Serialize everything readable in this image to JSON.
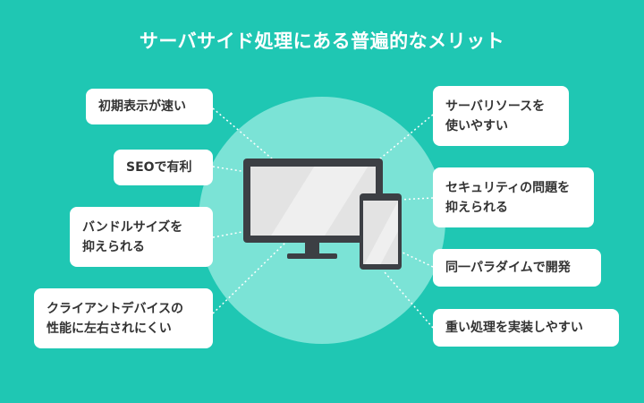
{
  "title": "サーバサイド処理にある普遍的なメリット",
  "left_items": [
    {
      "id": "fast-initial-display",
      "label": "初期表示が速い"
    },
    {
      "id": "seo",
      "label": "SEOで有利"
    },
    {
      "id": "bundle-size",
      "label": "バンドルサイズを\n抑えられる"
    },
    {
      "id": "client-device",
      "label": "クライアントデバイスの\n性能に左右されにくい"
    }
  ],
  "right_items": [
    {
      "id": "server-resources",
      "label": "サーバリソースを\n使いやすい"
    },
    {
      "id": "security",
      "label": "セキュリティの問題を\n抑えられる"
    },
    {
      "id": "same-paradigm",
      "label": "同一パラダイムで開発"
    },
    {
      "id": "heavy-processing",
      "label": "重い処理を実装しやすい"
    }
  ],
  "colors": {
    "background": "#1fc7b3",
    "circle": "#7be3d6",
    "box": "#ffffff",
    "text": "#333333",
    "device": "#3c3f44",
    "screen": "#e3e3e3"
  }
}
